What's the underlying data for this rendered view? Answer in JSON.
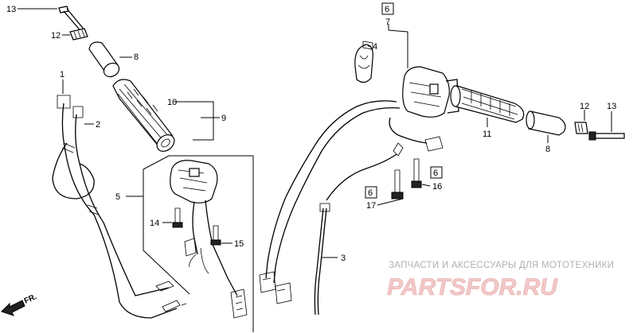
{
  "callouts": {
    "c13a": "13",
    "c12a": "12",
    "c8a": "8",
    "c1": "1",
    "c2": "2",
    "c10": "10",
    "c9": "9",
    "c5": "5",
    "c14": "14",
    "c15": "15",
    "c6a": "6",
    "c7": "7",
    "c4": "4",
    "c11": "11",
    "c12b": "12",
    "c13b": "13",
    "c8b": "8",
    "c6b": "6",
    "c16": "16",
    "c6c": "6",
    "c17": "17",
    "c3": "3"
  },
  "direction_label": "FR.",
  "watermark": {
    "top": "ЗАПЧАСТИ И АКСЕССУАРЫ ДЛЯ МОТОТЕХНИКИ",
    "brand": "PARTSFOR.RU"
  }
}
